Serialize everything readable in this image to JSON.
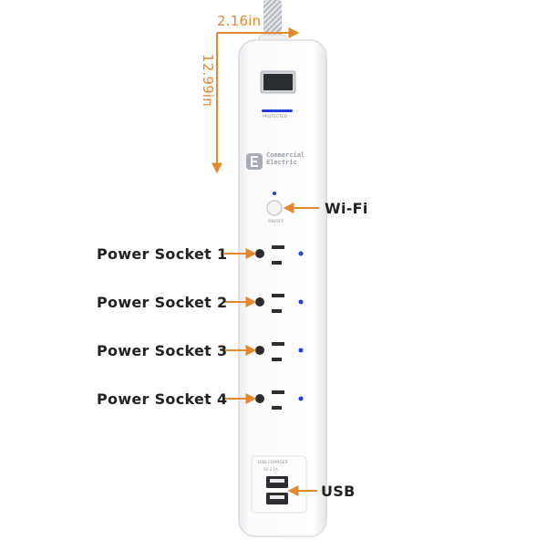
{
  "dimensions": {
    "width": "2.16in",
    "height": "12.99in"
  },
  "product": {
    "brand_name": "Commercial Electric",
    "protected_label": "PROTECTED",
    "onoff_label": "ON/OFF",
    "usb_charger_label": "USB CHARGER",
    "usb_rating_label": "5V 2.1A"
  },
  "callouts": {
    "wifi": "Wi-Fi",
    "socket_1": "Power Socket 1",
    "socket_2": "Power Socket 2",
    "socket_3": "Power Socket 3",
    "socket_4": "Power Socket 4",
    "usb": "USB"
  },
  "colors": {
    "arrow": "#e2892e",
    "led": "#1f3fd6",
    "strip_body": "#f7f8f9",
    "text": "#222222"
  }
}
